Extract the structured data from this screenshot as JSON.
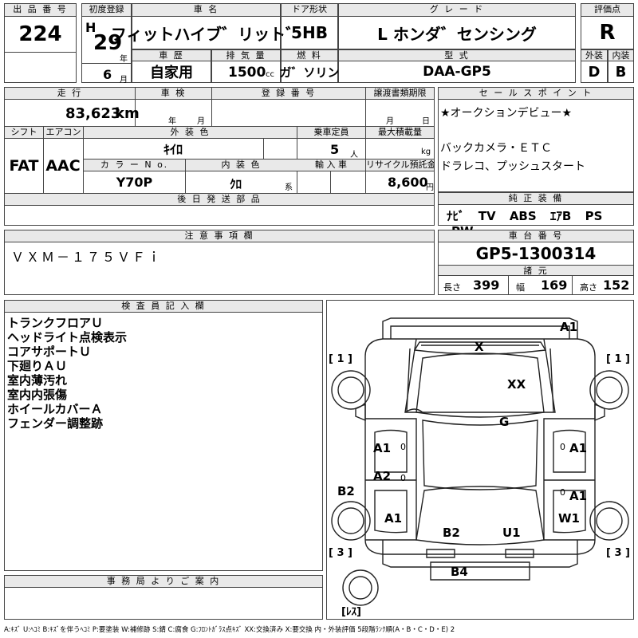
{
  "top": {
    "lot_no_label": "出 品 番 号",
    "lot_no": "224",
    "first_reg_label": "初度登録",
    "era": "H",
    "year": "29",
    "year_unit": "年",
    "month": "6",
    "month_unit": "月",
    "car_name_label": "車 名",
    "car_name": "フィットハイブ゛リット゛",
    "door_label": "ドア形状",
    "door": "5HB",
    "grade_label": "グ レ ー ド",
    "grade": "L ホンダ゛センシング",
    "score_label": "評価点",
    "score": "R",
    "history_label": "車 歴",
    "history": "自家用",
    "displacement_label": "排 気 量",
    "displacement": "1500",
    "displacement_unit": "cc",
    "fuel_label": "燃 料",
    "fuel": "ガ゛ソリン",
    "model_label": "型 式",
    "model": "DAA-GP5",
    "exterior_label": "外装",
    "exterior": "D",
    "interior_label": "内装",
    "interior": "B"
  },
  "mid": {
    "mileage_label": "走 行",
    "mileage": "83,623",
    "mileage_unit": "km",
    "inspection_label": "車 検",
    "insp_year_unit": "年",
    "insp_month_unit": "月",
    "reg_no_label": "登 録 番 号",
    "transfer_label": "譲渡書類期限",
    "transfer_month_unit": "月",
    "transfer_day_unit": "日",
    "shift_label": "シフト",
    "shift": "FAT",
    "ac_label": "エアコン",
    "ac": "AAC",
    "ext_color_label": "外 装 色",
    "ext_color": "ｷｲﾛ",
    "capacity_label": "乗車定員",
    "capacity": "5",
    "capacity_unit": "人",
    "load_label": "最大積載量",
    "load_unit": "kg",
    "color_no_label": "カ ラ ー N o.",
    "color_no": "Y70P",
    "int_color_label": "内 装 色",
    "int_color": "ｸﾛ",
    "int_color_unit": "系",
    "import_label": "輸 入 車",
    "recycle_label": "リサイクル預託金",
    "recycle": "8,600",
    "recycle_unit": "円",
    "later_parts_label": "後 日 発 送 部 品"
  },
  "sales": {
    "label": "セ ー ル ス ポ イ ン ト",
    "lines": [
      "★オークションデビュー★",
      "",
      "バックカメラ・ＥＴＣ",
      "ドラレコ、プッシュスタート"
    ]
  },
  "equipment": {
    "label": "純 正 装 備",
    "items": [
      "ﾅﾋﾞ",
      "TV",
      "ABS",
      "ｴｱB",
      "PS",
      "PW"
    ]
  },
  "notes": {
    "label": "注 意 事 項 欄",
    "text": "ＶＸＭ－１７５ＶＦｉ"
  },
  "chassis": {
    "label": "車 台 番 号",
    "number": "GP5-1300314",
    "spec_label": "諸 元",
    "length_label": "長さ",
    "length": "399",
    "width_label": "幅",
    "width": "169",
    "height_label": "高さ",
    "height": "152"
  },
  "inspector": {
    "label": "検 査 員 記 入 欄",
    "lines": [
      "トランクフロアＵ",
      "ヘッドライト点検表示",
      "コアサポートＵ",
      "下廻りＡＵ",
      "室内薄汚れ",
      "室内内張傷",
      "ホイールカバーＡ",
      "フェンダー調整跡"
    ]
  },
  "office": {
    "label": "事 務 局 よ り ご 案 内"
  },
  "diagram": {
    "marks": {
      "a1_top_right": "A1",
      "x_top": "X",
      "xx": "XX",
      "g": "G",
      "a1_left_front": "A1",
      "a1_right_front": "A1",
      "a2_left": "A2",
      "b2_left": "B2",
      "a1_right_rear": "A1",
      "a1_left_rear": "A1",
      "w1_right": "W1",
      "b2_rear": "B2",
      "u1_rear": "U1",
      "b4_rear": "B4",
      "zero": "0"
    },
    "tire_tl": "[ 1 ]",
    "tire_tr": "[ 1 ]",
    "tire_bl": "[ 3 ]",
    "tire_br": "[ 3 ]",
    "spare": "[ﾚｽ]"
  },
  "legend": "A:ｷｽﾞ U:ﾍｺﾐ B:ｷｽﾞを伴うﾍｺﾐ P:要塗装 W:補修跡 S:錆 C:腐食 G:ﾌﾛﾝﾄｶﾞﾗｽ点ｷｽﾞ XX:交換済み X:要交換 内・外装評価 5段階ﾗﾝｸ順(A・B・C・D・E) 2"
}
